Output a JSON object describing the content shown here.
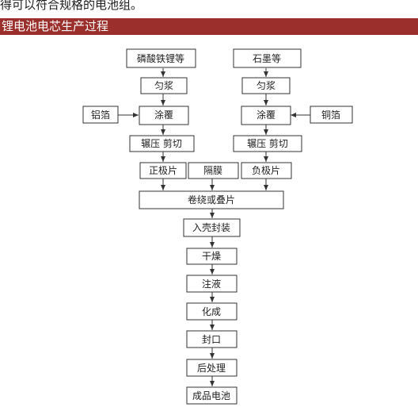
{
  "page": {
    "top_text": "得可以符合规格的电池组。",
    "section_title": "锂电池电芯生产过程"
  },
  "diagram": {
    "boxes": {
      "lfp": "磷酸铁锂等",
      "graphite": "石墨等",
      "mix_left": "匀浆",
      "mix_right": "匀浆",
      "al_foil": "铝箔",
      "coat_left": "涂覆",
      "coat_right": "涂覆",
      "cu_foil": "铜箔",
      "press_left": "辗压 剪切",
      "press_right": "辗压 剪切",
      "cathode": "正极片",
      "separator": "隔膜",
      "anode": "负极片",
      "wind": "卷绕或叠片",
      "case": "入壳封装",
      "dry": "干燥",
      "inject": "注液",
      "formation": "化成",
      "seal": "封口",
      "post": "后处理",
      "finished": "成品电池"
    }
  }
}
